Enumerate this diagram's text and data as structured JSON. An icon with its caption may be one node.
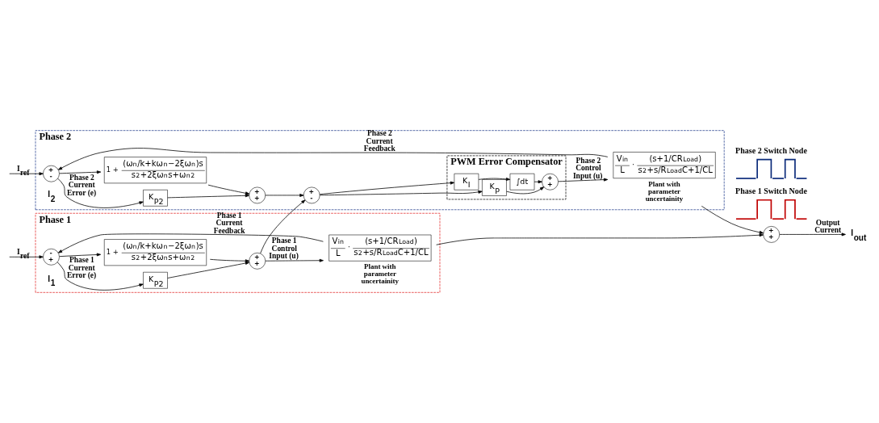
{
  "diagram": {
    "nodes": [
      {
        "text": [
          "Phase 1"
        ]
      },
      {
        "text": [
          "-",
          "+"
        ],
        "in": 0
      },
      {
        "text": [
          "K$_{P2}$"
        ],
        "in": 0
      },
      {
        "text": [
          "1 +",
          "(ω$_{n}$/k+kω$_{n}$−2ξω$_{n}$)s",
          "s$^{2}$+2ξω$_{n}$s+ω$_{n}$$^{2}$"
        ],
        "in": 0
      },
      {
        "text": [
          "+",
          "+"
        ],
        "in": 0
      },
      {
        "text": [
          "V$_{in}$",
          "L",
          "·",
          "(s+1/CR$_{Load}$)",
          "s$^{2}$+s/R$_{Load}$C+1/CL"
        ],
        "beside": [
          "Plant with parameter uncertainity"
        ],
        "in": 0
      },
      {
        "text": [
          "Phase 2"
        ]
      },
      {
        "text": [
          "+",
          "-"
        ],
        "in": 6
      },
      {
        "text": [
          "K$_{P2}$"
        ],
        "in": 6
      },
      {
        "text": [
          "1 +",
          "(ω$_{n}$/k+kω$_{n}$−2ξω$_{n}$)s",
          "s$^{2}$+2ξω$_{n}$s+ω$_{n}$$^{2}$"
        ],
        "in": 6
      },
      {
        "text": [
          "+",
          "+"
        ],
        "in": 6
      },
      {
        "text": [
          "+",
          "-"
        ],
        "in": 6
      },
      {
        "text": [
          "PWM Error Compensator"
        ],
        "in": 6
      },
      {
        "text": [
          "K$_{P}$"
        ],
        "in": 12
      },
      {
        "text": [
          "K$_{I}$"
        ],
        "in": 12
      },
      {
        "text": [
          "∫dt"
        ],
        "in": 12
      },
      {
        "text": [
          "+",
          "+"
        ],
        "in": 12
      },
      {
        "text": [
          "V$_{in}$",
          "L",
          "·",
          "(s+1/CR$_{Load}$)",
          "s$^{2}$+s/R$_{Load}$C+1/CL"
        ],
        "beside": [
          "Plant with parameter uncertainity"
        ],
        "in": 6
      },
      {
        "text": [
          "+",
          "+"
        ]
      },
      {
        "text": [
          "Phase 1 Switch Node"
        ]
      },
      {
        "text": [
          "Phase 2 Switch Node"
        ]
      },
      {
        "text": [
          "I$_{out}$"
        ]
      }
    ],
    "edges": [
      {
        "from": null,
        "to": 1,
        "arrow": "to",
        "label": "I$_{ref}$"
      },
      {
        "from": 1,
        "to": 2,
        "arrow": "to",
        "label": "Phase 1 Current Error (e)"
      },
      {
        "from": 1,
        "to": 3,
        "arrow": "to"
      },
      {
        "from": 2,
        "to": 4,
        "arrow": "to"
      },
      {
        "from": 3,
        "to": 4,
        "arrow": "to"
      },
      {
        "from": 4,
        "to": 5,
        "arrow": "to",
        "label": "Phase 1 Control Input (u)"
      },
      {
        "from": 4,
        "to": 11,
        "arrow": "to"
      },
      {
        "from": 5,
        "to": 1,
        "arrow": "to",
        "label": "Phase 1 Current Feedback"
      },
      {
        "from": 5,
        "to": 18,
        "arrow": "to"
      },
      {
        "from": null,
        "to": 7,
        "arrow": "to",
        "label": "I$_{ref}$"
      },
      {
        "from": 7,
        "to": 8,
        "arrow": "to",
        "label": "Phase 2 Current Error (e)"
      },
      {
        "from": 7,
        "to": 9,
        "arrow": "to"
      },
      {
        "from": 8,
        "to": 10,
        "arrow": "to"
      },
      {
        "from": 9,
        "to": 10,
        "arrow": "to"
      },
      {
        "from": 10,
        "to": 11,
        "arrow": "to"
      },
      {
        "from": 11,
        "to": 13,
        "arrow": "to"
      },
      {
        "from": 11,
        "to": 14,
        "arrow": "to"
      },
      {
        "from": 13,
        "to": 16,
        "arrow": "to"
      },
      {
        "from": 14,
        "to": 15,
        "arrow": "to"
      },
      {
        "from": 15,
        "to": 16,
        "arrow": "to"
      },
      {
        "from": 16,
        "to": 17,
        "arrow": "to",
        "label": "Phase 2 Control Input (u)"
      },
      {
        "from": 17,
        "to": 18,
        "arrow": "to"
      },
      {
        "from": 17,
        "to": 7,
        "arrow": "to",
        "label": "Phase 2 Current Feedback"
      },
      {
        "from": 18,
        "to": 21,
        "arrow": "to",
        "label": "Output Current"
      }
    ],
    "labels": [
      "I$_{1}$",
      "I$_{2}$"
    ]
  }
}
